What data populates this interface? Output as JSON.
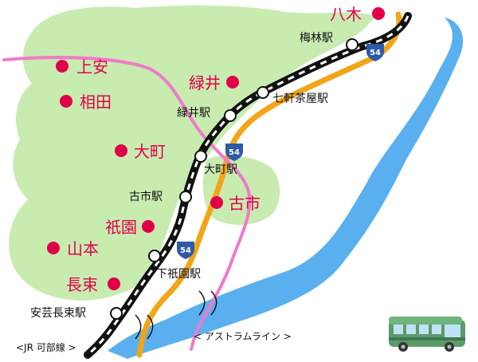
{
  "colors": {
    "river": "#5ab0ee",
    "green_area": "#c8ebb0",
    "jr_line": "#111111",
    "astram_line": "#f07ac8",
    "road_54": "#f2a516",
    "area_marker": "#e0004a",
    "route_shield": "#2e5aa8"
  },
  "areas": [
    {
      "id": "yagi",
      "label": "八木"
    },
    {
      "id": "kamiyasu",
      "label": "上安"
    },
    {
      "id": "aida",
      "label": "相田"
    },
    {
      "id": "midorii",
      "label": "緑井"
    },
    {
      "id": "omachi",
      "label": "大町"
    },
    {
      "id": "furuichi",
      "label": "古市"
    },
    {
      "id": "gion",
      "label": "祇園"
    },
    {
      "id": "yamamoto",
      "label": "山本"
    },
    {
      "id": "nagatsuka",
      "label": "長束"
    }
  ],
  "stations": [
    {
      "id": "bairin",
      "label": "梅林駅"
    },
    {
      "id": "shichiken",
      "label": "七軒茶屋駅"
    },
    {
      "id": "midorii",
      "label": "緑井駅"
    },
    {
      "id": "omachi",
      "label": "大町駅"
    },
    {
      "id": "furuichi",
      "label": "古市駅"
    },
    {
      "id": "shimogion",
      "label": "下祇園駅"
    },
    {
      "id": "aki-nagatsuka",
      "label": "安芸長束駅"
    }
  ],
  "route_shields": [
    "54",
    "54",
    "54"
  ],
  "lines": {
    "jr": "<JR 可部線 >",
    "astram": "< アストラムライン >"
  },
  "icons": [
    "bus-icon"
  ]
}
